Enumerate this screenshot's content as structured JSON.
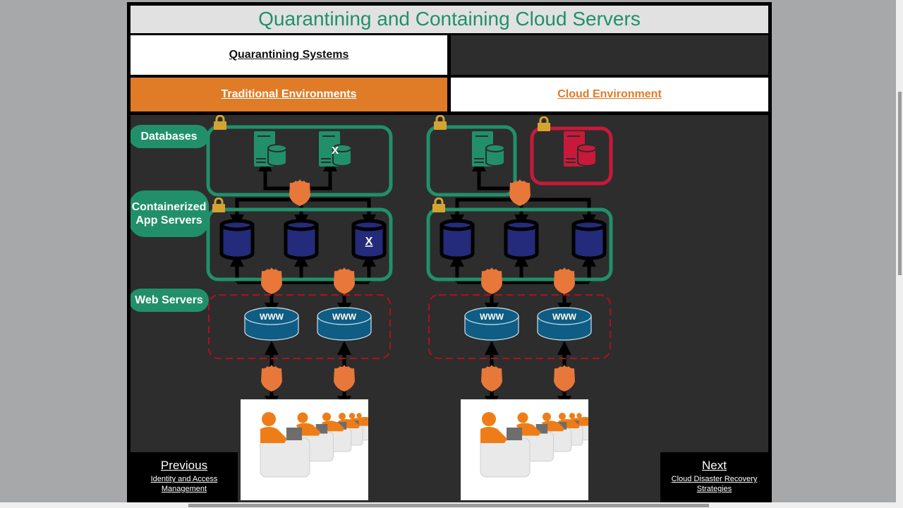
{
  "page": {
    "title": "Quarantining and Containing Cloud Servers"
  },
  "tabs": {
    "quarantining": "Quarantining Systems",
    "traditional": "Traditional Environments",
    "cloud": "Cloud Environment"
  },
  "tiers": {
    "databases": "Databases",
    "app_servers": "Containerized App Servers",
    "web_servers": "Web Servers"
  },
  "diagram": {
    "traditional": {
      "db_servers": [
        {
          "status": "healthy",
          "label": ""
        },
        {
          "status": "healthy",
          "label": "X"
        }
      ],
      "app_containers": [
        {
          "label": ""
        },
        {
          "label": ""
        },
        {
          "label": "X"
        }
      ],
      "web_servers": [
        {
          "label": "WWW"
        },
        {
          "label": "WWW"
        }
      ]
    },
    "cloud": {
      "db_servers": [
        {
          "status": "healthy",
          "label": ""
        },
        {
          "status": "quarantined",
          "label": ""
        }
      ],
      "app_containers": [
        {
          "label": ""
        },
        {
          "label": ""
        },
        {
          "label": ""
        }
      ],
      "web_servers": [
        {
          "label": "WWW"
        },
        {
          "label": "WWW"
        }
      ]
    },
    "colors": {
      "healthy": "#21906a",
      "quarantined": "#c8193a",
      "firewall": "#e8773a",
      "lock": "#d4a431",
      "container": "#242b7a",
      "web": "#0f5d84",
      "web_zone": "#b0101e"
    }
  },
  "navigation": {
    "previous_label": "Previous",
    "previous_topic": "Identity and Access Management",
    "next_label": "Next",
    "next_topic": "Cloud Disaster Recovery Strategies"
  }
}
